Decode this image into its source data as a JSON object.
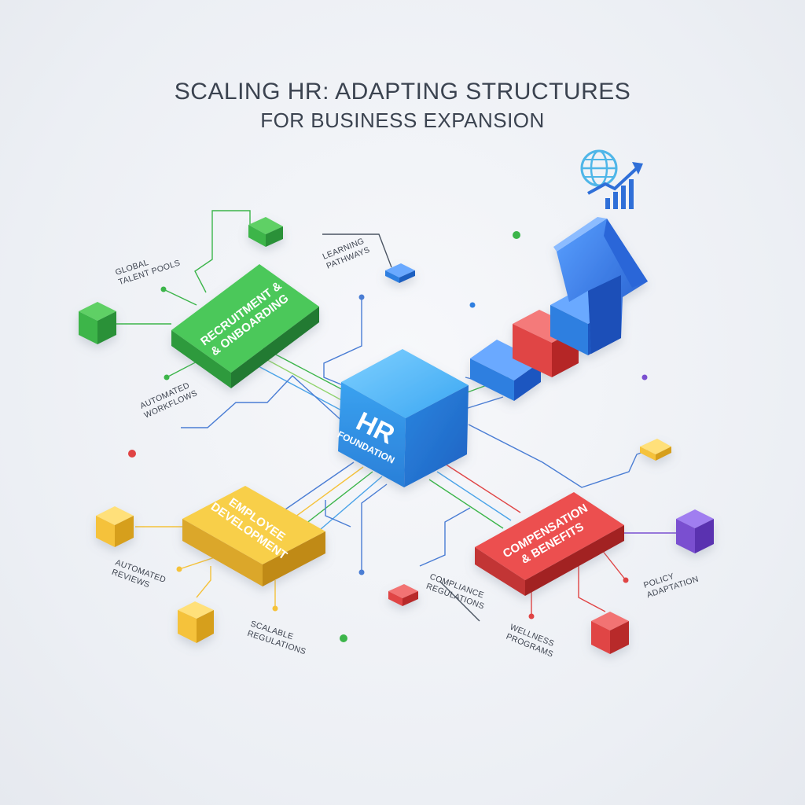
{
  "title": {
    "line1": "SCALING HR: ADAPTING STRUCTURES",
    "line2": "FOR BUSINESS EXPANSION"
  },
  "hub": {
    "line1": "HR",
    "line2": "FOUNDATION"
  },
  "blocks": {
    "recruitment": {
      "line1": "RECRUITMENT &",
      "line2": "& ONBOARDING"
    },
    "development": {
      "line1": "EMPLOYEE",
      "line2": "DEVELOPMENT"
    },
    "compensation": {
      "line1": "COMPENSATION",
      "line2": "& BENEFITS"
    }
  },
  "labels": {
    "global_talent": {
      "line1": "GLOBAL",
      "line2": "TALENT POOLS"
    },
    "learning": {
      "line1": "LEARNING",
      "line2": "PATHWAYS"
    },
    "automated_workflows": {
      "line1": "AUTOMATED",
      "line2": "WORKFLOWS"
    },
    "automated_reviews": {
      "line1": "AUTOMATED",
      "line2": "REVIEWS"
    },
    "scalable_regulations": {
      "line1": "SCALABLE",
      "line2": "REGULATIONS"
    },
    "compliance": {
      "line1": "COMPLIANCE",
      "line2": "REGULATIONS"
    },
    "wellness": {
      "line1": "WELLNESS",
      "line2": "PROGRAMS"
    },
    "policy": {
      "line1": "POLICY",
      "line2": "ADAPTATION"
    }
  },
  "colors": {
    "green": "#3cb54a",
    "blue": "#2f7fe0",
    "hub_blue": "#2f9bef",
    "red": "#e04444",
    "yellow": "#f5c23a",
    "purple": "#7a4fd0"
  },
  "icons": [
    "globe-growth-icon",
    "upward-arrow-icon"
  ]
}
